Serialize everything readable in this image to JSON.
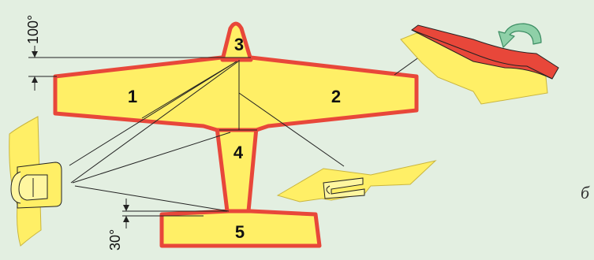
{
  "parts": {
    "p1": "1",
    "p2": "2",
    "p3": "3",
    "p4": "4",
    "p5": "5"
  },
  "dims": {
    "wing_angle": "100°",
    "tail_angle": "30°"
  },
  "figure_letter": "б",
  "colors": {
    "fill": "#ffef66",
    "outline": "#e8473a",
    "background": "#e3efe1",
    "arrow": "#8fd0a8"
  }
}
